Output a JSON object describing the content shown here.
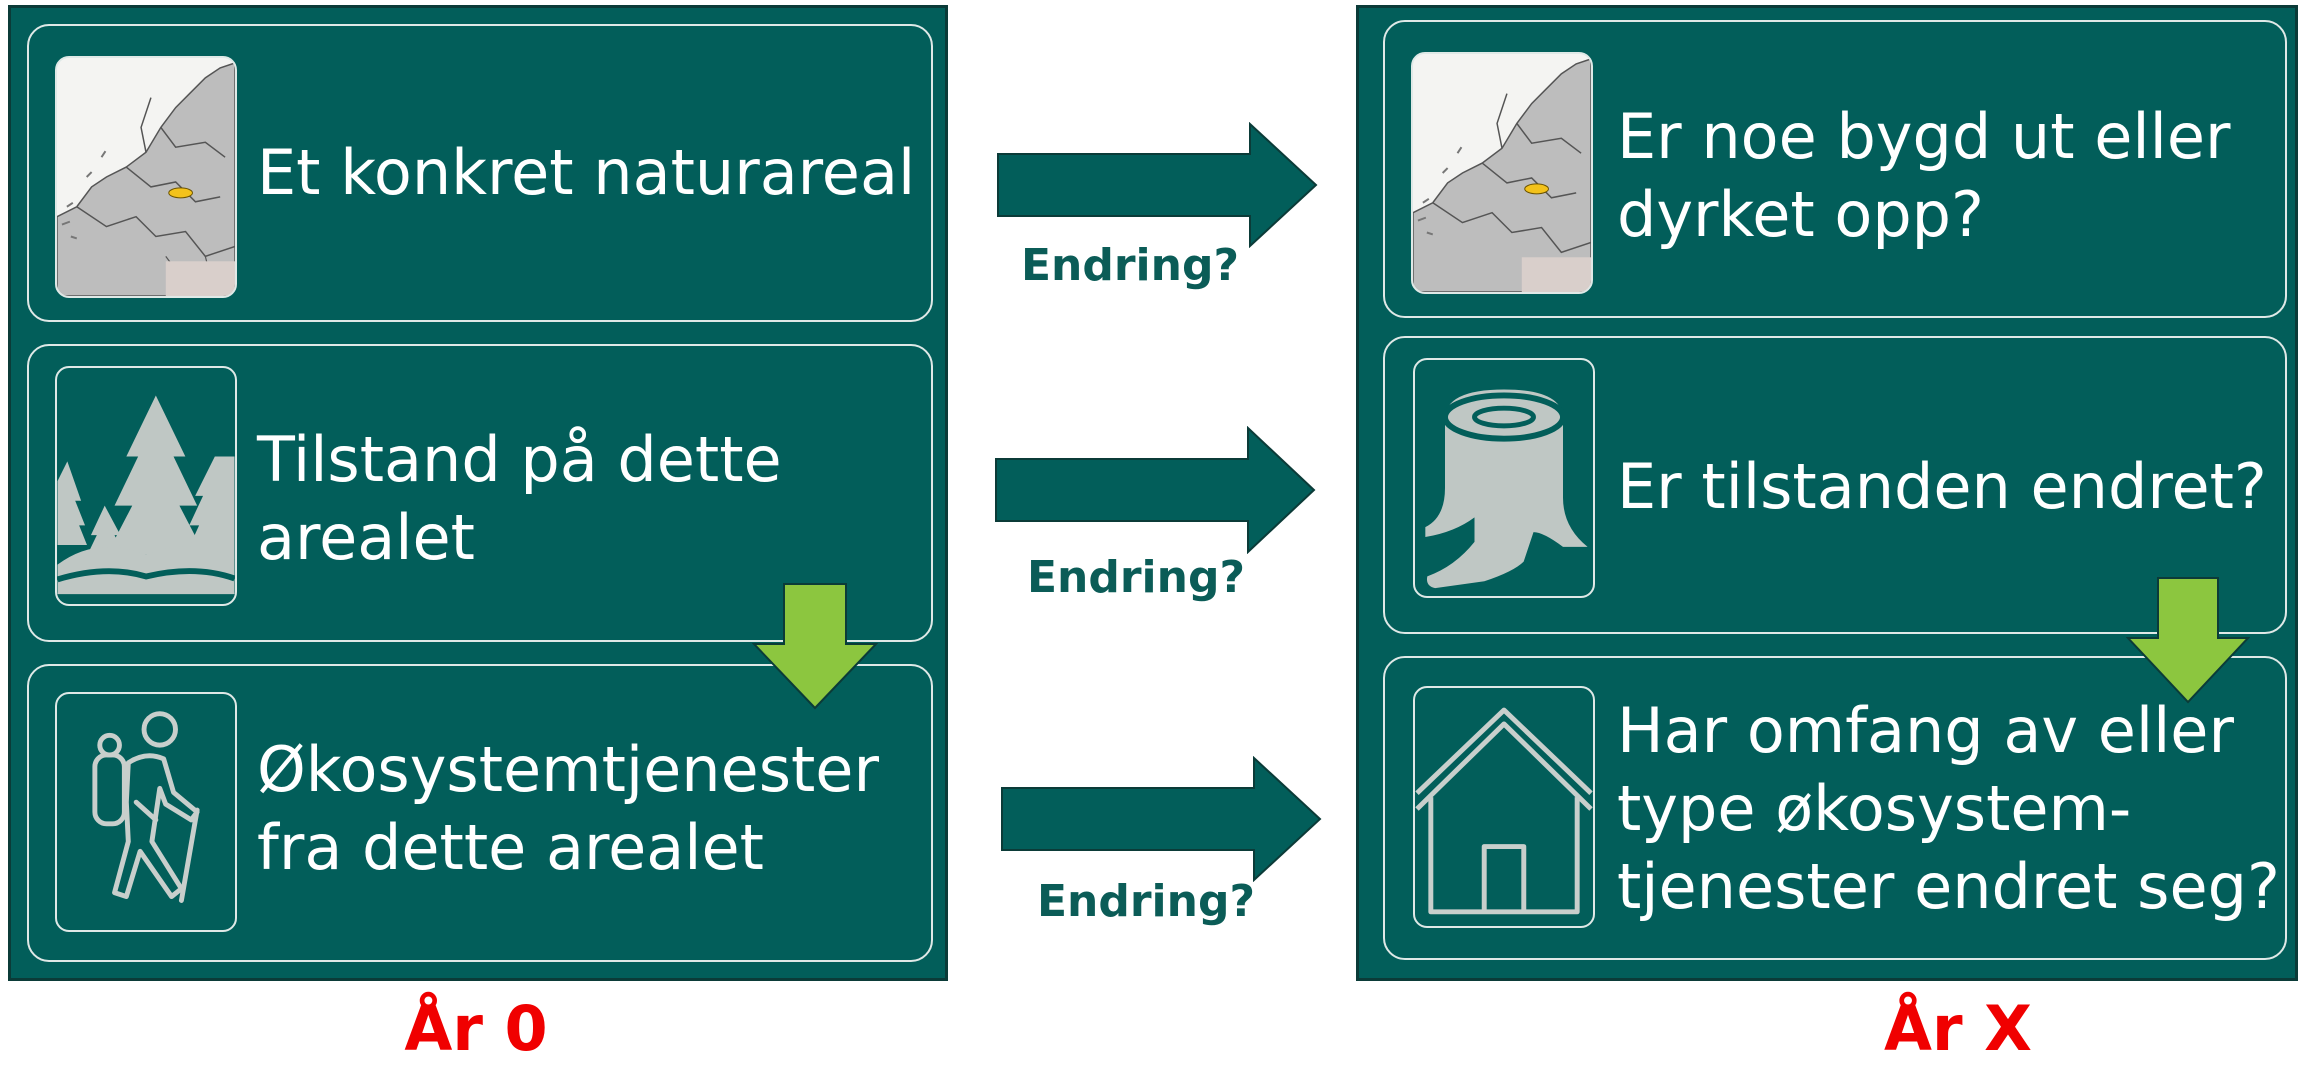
{
  "left_panel": {
    "cards": [
      {
        "text": "Et konkret naturareal",
        "icon": "map-icon"
      },
      {
        "text": "Tilstand på dette\narealet",
        "icon": "forest-icon"
      },
      {
        "text": "Økosystemtjenester\nfra dette arealet",
        "icon": "hiker-icon"
      }
    ],
    "year_label": "År 0"
  },
  "right_panel": {
    "cards": [
      {
        "text": "Er noe bygd ut eller\ndyrket opp?",
        "icon": "map-icon"
      },
      {
        "text": "Er tilstanden endret?",
        "icon": "tree-stump-icon"
      },
      {
        "text": "Har omfang av eller\ntype økosystem-\ntjenester endret seg?",
        "icon": "house-icon"
      }
    ],
    "year_label": "År X"
  },
  "arrows": [
    {
      "label": "Endring?"
    },
    {
      "label": "Endring?"
    },
    {
      "label": "Endring?"
    }
  ],
  "colors": {
    "panel": "#025e5a",
    "arrow": "#025e5a",
    "down_arrow": "#8cc63f",
    "year_label": "#f00000",
    "change_label": "#0b5c57"
  }
}
